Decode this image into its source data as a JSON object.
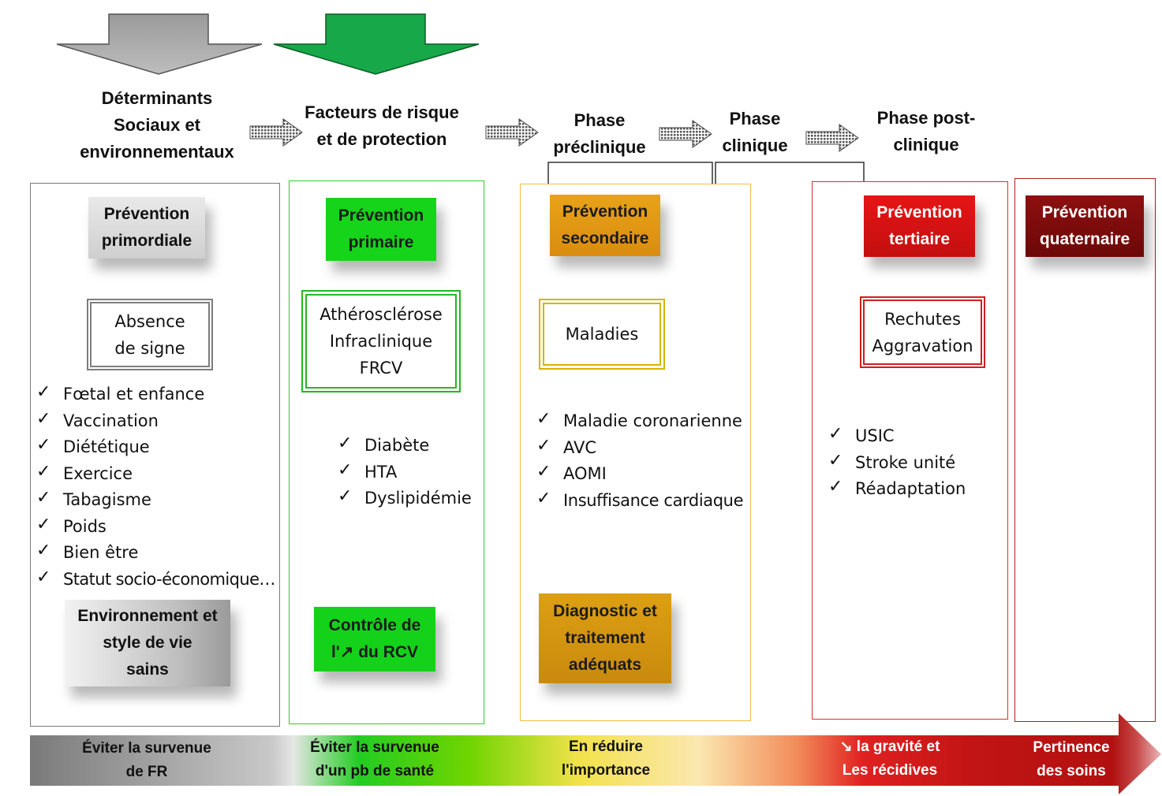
{
  "headers": {
    "determinants": [
      "Déterminants",
      "Sociaux et",
      "environnementaux"
    ],
    "facteurs": [
      "Facteurs de risque",
      "et de protection"
    ],
    "preclinique": [
      "Phase",
      "préclinique"
    ],
    "clinique": [
      "Phase",
      "clinique"
    ],
    "postclinique": [
      "Phase post-",
      "clinique"
    ]
  },
  "columns": {
    "primordiale": {
      "tag": [
        "Prévention",
        "primordiale"
      ],
      "frame": [
        "Absence",
        "de signe"
      ],
      "items": [
        "Fœtal et enfance",
        "Vaccination",
        "Diététique",
        "Exercice",
        "Tabagisme",
        "Poids",
        "Bien être",
        "Statut socio-économique…"
      ],
      "bottom": [
        "Environnement et",
        "style de vie",
        "sains"
      ]
    },
    "primaire": {
      "tag": [
        "Prévention",
        "primaire"
      ],
      "frame": [
        "Athérosclérose",
        "Infraclinique",
        "FRCV"
      ],
      "items": [
        "Diabète",
        "HTA",
        "Dyslipidémie"
      ],
      "bottom": [
        "Contrôle de",
        "l'↗ du RCV"
      ]
    },
    "secondaire": {
      "tag": [
        "Prévention",
        "secondaire"
      ],
      "frame": [
        "Maladies"
      ],
      "items": [
        "Maladie coronarienne",
        "AVC",
        "AOMI",
        "Insuffisance cardiaque"
      ],
      "bottom": [
        "Diagnostic et",
        "traitement",
        "adéquats"
      ]
    },
    "tertiaire": {
      "tag": [
        "Prévention",
        "tertiaire"
      ],
      "frame": [
        "Rechutes",
        "Aggravation"
      ],
      "items": [
        "USIC",
        "Stroke unité",
        "Réadaptation"
      ]
    },
    "quaternaire": {
      "tag": [
        "Prévention",
        "quaternaire"
      ]
    }
  },
  "check_glyph": "✓",
  "band": [
    [
      "Éviter la survenue",
      "de FR"
    ],
    [
      "Éviter la survenue",
      "d'un pb de santé"
    ],
    [
      "En réduire",
      "l'importance"
    ],
    [
      "↘ la gravité et",
      "Les récidives"
    ],
    [
      "Pertinence",
      "des soins"
    ]
  ],
  "colors": {
    "grey": "#8f8f8f",
    "green": "#19b83a",
    "gold": "#d9a21a",
    "red": "#d81a1a",
    "darkred": "#8b0a0a"
  }
}
